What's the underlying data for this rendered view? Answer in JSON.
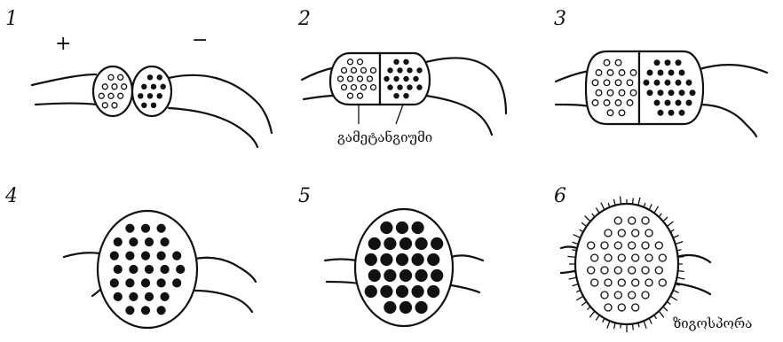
{
  "panels": [
    {
      "id": "1",
      "label": "1",
      "signs": [
        "+",
        "−"
      ]
    },
    {
      "id": "2",
      "label": "2",
      "caption": "გამეტანგიუმი"
    },
    {
      "id": "3",
      "label": "3"
    },
    {
      "id": "4",
      "label": "4"
    },
    {
      "id": "5",
      "label": "5"
    },
    {
      "id": "6",
      "label": "6",
      "caption": "ზიგოსპორა"
    }
  ],
  "colors": {
    "ink": "#111111",
    "paper": "#ffffff"
  }
}
